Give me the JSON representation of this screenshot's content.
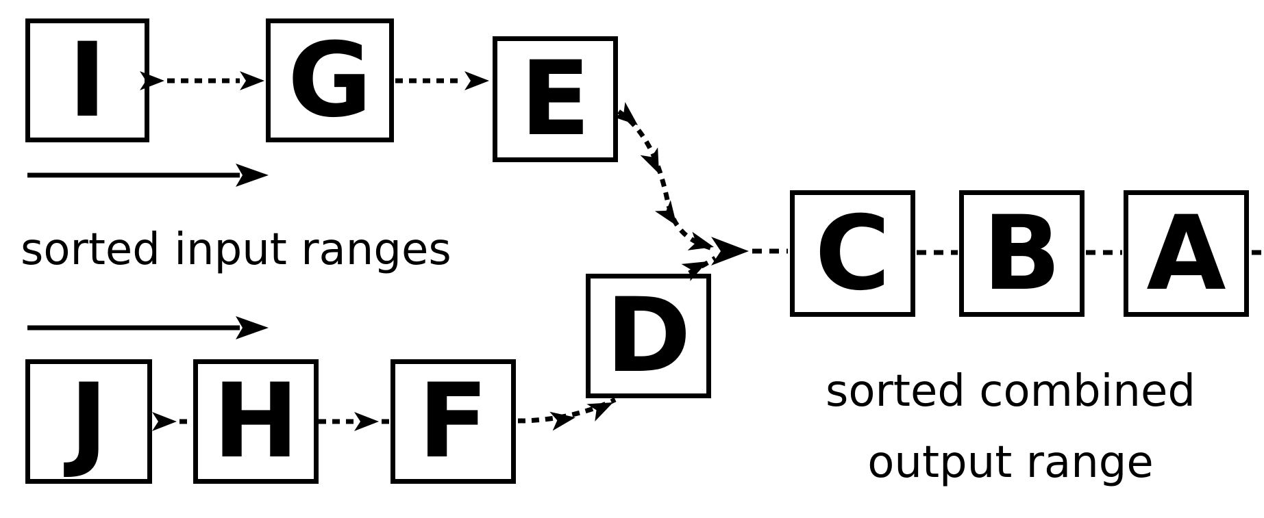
{
  "page": {
    "background": "#ffffff",
    "ink": "#000000"
  },
  "captions": {
    "input_ranges": "sorted input ranges",
    "output_line1": "sorted combined",
    "output_line2": "output range"
  },
  "boxes": {
    "i": "I",
    "g": "G",
    "e": "E",
    "j": "J",
    "h": "H",
    "f": "F",
    "d": "D",
    "c": "C",
    "b": "B",
    "a": "A"
  }
}
